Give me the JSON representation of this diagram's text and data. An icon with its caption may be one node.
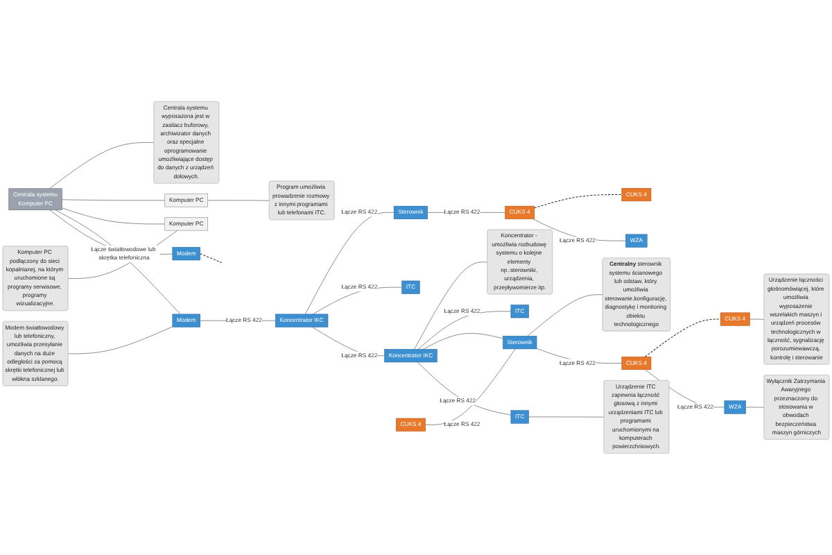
{
  "diagram": {
    "nodes": [
      {
        "text": [
          "Centrala systemu",
          "Komputer PC"
        ]
      },
      {
        "text": [
          "Centrala systemu wyposażona jest w zasilacz buforowy, archiwizator danych oraz specjalne oprogramowanie umożliwiające dostęp do danych z urządzeń dołowych."
        ]
      },
      {
        "text": [
          "Komputer PC"
        ]
      },
      {
        "text": [
          "Program umożliwia prowadzenie rozmowy z innymi programami lub telefonami ITC."
        ]
      },
      {
        "text": [
          "Komputer PC"
        ]
      },
      {
        "text": [
          "Komputer PC podłączony do sieci kopalnianej, na którym uruchomione są programy serwisowe, programy wizualizacyjne."
        ]
      },
      {
        "text": [
          "Modem"
        ]
      },
      {
        "text": [
          "Modem światłowodowy lub telefoniczny, umożliwia przesyłanie danych na duże odległości za pomocą skrętki telefonicznej lub włókna szklanego."
        ]
      },
      {
        "text": [
          "Koncentrator IKC"
        ]
      },
      {
        "text": [
          "Sterownik"
        ]
      },
      {
        "text": [
          "CUKS 4"
        ]
      },
      {
        "text": [
          "CUKS 4"
        ]
      },
      {
        "text": [
          "ITC"
        ]
      },
      {
        "text": [
          "WZA"
        ]
      },
      {
        "text": [
          "Modem"
        ]
      },
      {
        "text": [
          "Koncentrator IKC"
        ]
      },
      {
        "text": [
          "Koncentrator - umożliwia rozbudowę systemu o kolejne elementy np.:sterowniki, urządzenia, przepływomierze itp."
        ]
      },
      {
        "text": [
          "ITC"
        ]
      },
      {
        "text": [
          "CUKS 4"
        ]
      },
      {
        "text": [
          "Sterownik"
        ]
      },
      {
        "text": [
          "**Centralny** sterownik systemu ścianowego lub odstaw, który umożliwia sterowanie,konfigurację, diagnostykę i monitoring obiektu technologicznego"
        ]
      },
      {
        "text": [
          "CUKS 4"
        ]
      },
      {
        "text": [
          "CUKS 4"
        ]
      },
      {
        "text": [
          "WZA"
        ]
      },
      {
        "text": [
          "Wyłącznik Zatrzymania Awaryjnego przeznaczony do stosowania w obwodach bezpieczeństwa maszyn górniczych"
        ]
      },
      {
        "text": [
          "ITC"
        ]
      },
      {
        "text": [
          "Urządzenie ITC zapewnia łączność głosową z innymi urządzeniami ITC lub programami uruchomionymi na komputerach powierzchniowych."
        ]
      },
      {
        "text": [
          "Urządzenie łączności głośnomówiącej, które umożliwia wyposażenie wszelakich maszyn i urządzeń procesów technologicznych w łączność, sygnalizację porozumiewawczą, kontrolę i sterowanie"
        ]
      }
    ],
    "edges": [
      {
        "from": 0,
        "to": 1,
        "arrow": "none"
      },
      {
        "from": 0,
        "to": 2,
        "arrow": "none"
      },
      {
        "from": 2,
        "to": 3,
        "arrow": "none"
      },
      {
        "from": 0,
        "to": 4,
        "arrow": "none"
      },
      {
        "from": 5,
        "to": 4,
        "arrow": "none"
      },
      {
        "from": 0,
        "to": 6,
        "arrow": "none",
        "label": "Łącze światłowodowe lub skrętka telefoniczna"
      },
      {
        "from": 0,
        "to": 14,
        "arrow": "none"
      },
      {
        "from": 7,
        "to": 6,
        "arrow": "none"
      },
      {
        "from": 6,
        "to": 8,
        "arrow": "none",
        "label": "Łącze RS 422"
      },
      {
        "from": 8,
        "to": 9,
        "arrow": "none",
        "label": "Łącze RS 422"
      },
      {
        "from": 8,
        "to": 12,
        "arrow": "none",
        "label": "Łącze RS 422"
      },
      {
        "from": 9,
        "to": 10,
        "arrow": "none",
        "label": "Łącze RS 422"
      },
      {
        "from": 10,
        "to": 11,
        "arrow": "none",
        "style": "dashed"
      },
      {
        "from": 10,
        "to": 13,
        "arrow": "none",
        "label": "Łącze RS 422"
      },
      {
        "from": 8,
        "to": 15,
        "arrow": "none",
        "label": "Łącze RS 422"
      },
      {
        "from": 14,
        "to": null,
        "arrow": "none",
        "style": "dashed"
      },
      {
        "from": 15,
        "to": 16,
        "arrow": "none"
      },
      {
        "from": 15,
        "to": 17,
        "arrow": "none",
        "label": "Łącze RS 422"
      },
      {
        "from": 15,
        "to": 19,
        "arrow": "none"
      },
      {
        "from": 18,
        "to": 19,
        "arrow": "none",
        "label": "Łącze RS 422"
      },
      {
        "from": 19,
        "to": 20,
        "arrow": "none"
      },
      {
        "from": 19,
        "to": 21,
        "arrow": "none",
        "label": "Łącze RS 422"
      },
      {
        "from": 21,
        "to": 22,
        "arrow": "none",
        "style": "dashed"
      },
      {
        "from": 21,
        "to": 23,
        "arrow": "none",
        "label": "Łącze RS 422"
      },
      {
        "from": 23,
        "to": 24,
        "arrow": "none"
      },
      {
        "from": 15,
        "to": 25,
        "arrow": "none",
        "label": "Łącze RS 422"
      },
      {
        "from": 25,
        "to": 26,
        "arrow": "none"
      },
      {
        "from": 22,
        "to": 27,
        "arrow": "none"
      }
    ]
  }
}
